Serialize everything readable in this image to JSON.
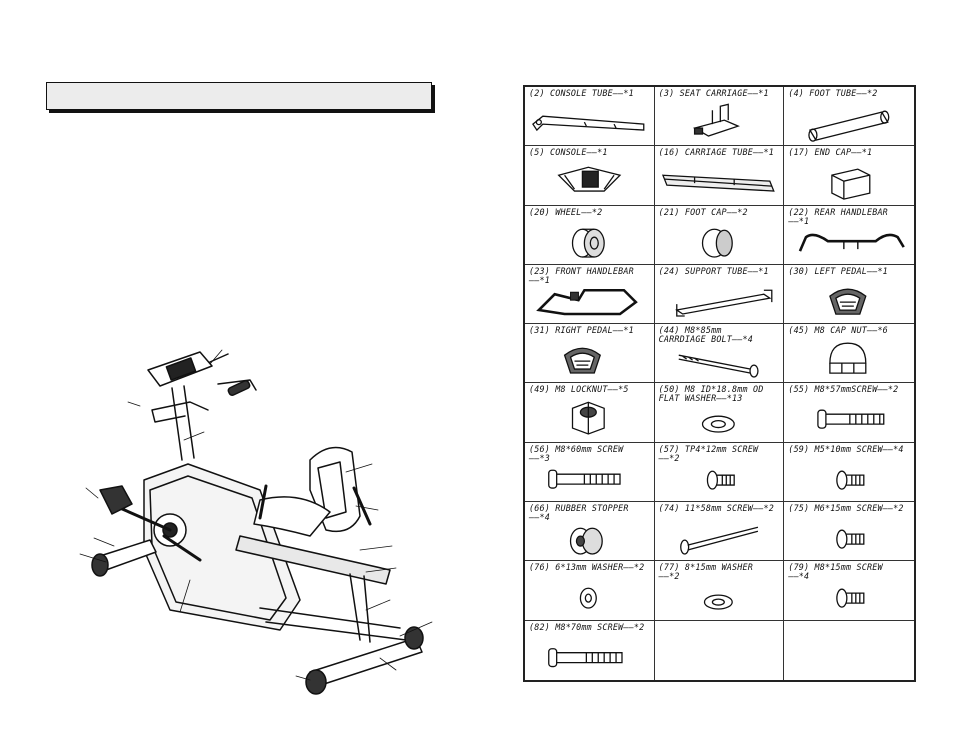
{
  "parts": [
    {
      "label": "(2) CONSOLE TUBE——*1",
      "icon": "console-tube-icon"
    },
    {
      "label": "(3) SEAT CARRIAGE——*1",
      "icon": "seat-carriage-icon"
    },
    {
      "label": "(4) FOOT TUBE——*2",
      "icon": "foot-tube-icon"
    },
    {
      "label": "(5) CONSOLE——*1",
      "icon": "console-icon"
    },
    {
      "label": "(16) CARRIAGE TUBE——*1",
      "icon": "carriage-tube-icon"
    },
    {
      "label": "(17) END CAP——*1",
      "icon": "end-cap-icon"
    },
    {
      "label": "(20) WHEEL——*2",
      "icon": "wheel-icon"
    },
    {
      "label": "(21) FOOT CAP——*2",
      "icon": "foot-cap-icon"
    },
    {
      "label": "(22) REAR HANDLEBAR\n——*1",
      "icon": "rear-handlebar-icon"
    },
    {
      "label": "(23) FRONT HANDLEBAR\n——*1",
      "icon": "front-handlebar-icon"
    },
    {
      "label": "(24) SUPPORT TUBE——*1",
      "icon": "support-tube-icon"
    },
    {
      "label": "(30) LEFT PEDAL——*1",
      "icon": "left-pedal-icon"
    },
    {
      "label": "(31) RIGHT PEDAL——*1",
      "icon": "right-pedal-icon"
    },
    {
      "label": "(44) M8*85mm\n CARRDIAGE BOLT——*4",
      "icon": "carriage-bolt-icon"
    },
    {
      "label": "(45) M8 CAP NUT——*6",
      "icon": "cap-nut-icon"
    },
    {
      "label": "(49) M8 LOCKNUT——*5",
      "icon": "locknut-icon"
    },
    {
      "label": "(50) M8 ID*18.8mm OD\n FLAT WASHER——*13",
      "icon": "flat-washer-icon"
    },
    {
      "label": "(55) M8*57mmSCREW——*2",
      "icon": "screw-long-icon"
    },
    {
      "label": "(56) M8*60mm SCREW\n——*3",
      "icon": "screw-long-icon"
    },
    {
      "label": "(57) TP4*12mm SCREW\n——*2",
      "icon": "screw-short-icon"
    },
    {
      "label": "(59) M5*10mm SCREW——*4",
      "icon": "screw-short-icon"
    },
    {
      "label": "(66) RUBBER STOPPER\n——*4",
      "icon": "rubber-stopper-icon"
    },
    {
      "label": "(74) 11*58mm SCREW——*2",
      "icon": "screw-thin-icon"
    },
    {
      "label": "(75) M6*15mm SCREW——*2",
      "icon": "screw-short-icon"
    },
    {
      "label": "(76) 6*13mm WASHER——*2",
      "icon": "small-washer-icon"
    },
    {
      "label": "(77) 8*15mm WASHER\n——*2",
      "icon": "flat-washer-icon"
    },
    {
      "label": "(79) M8*15mm SCREW\n——*4",
      "icon": "screw-short-icon"
    },
    {
      "label": "(82) M8*70mm SCREW——*2",
      "icon": "screw-long-icon"
    },
    {
      "label": "",
      "icon": ""
    },
    {
      "label": "",
      "icon": ""
    }
  ]
}
